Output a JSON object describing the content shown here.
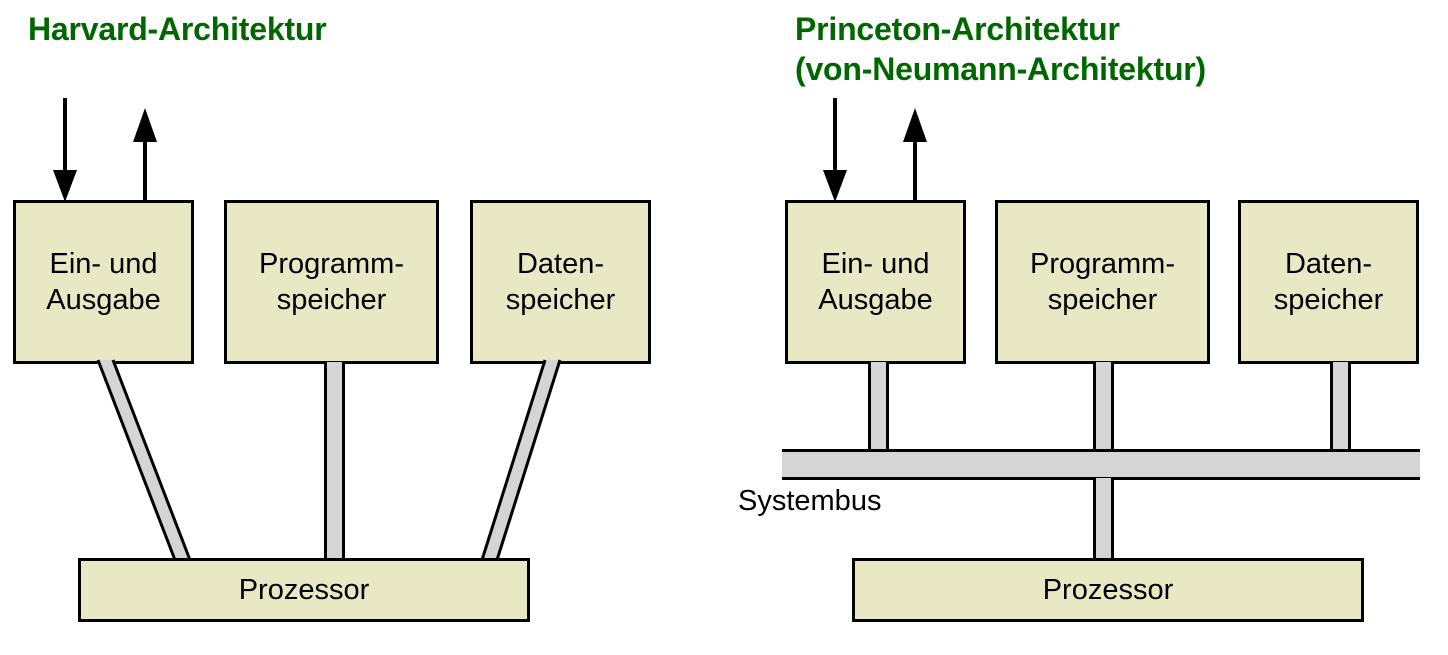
{
  "diagram": {
    "background_color": "#ffffff",
    "box_fill_color": "#e8e8c4",
    "box_border_color": "#000000",
    "bus_fill_color": "#d5d5d5",
    "title_color": "#006600"
  },
  "left": {
    "title": "Harvard-Architektur",
    "boxes": [
      {
        "line1": "Ein- und",
        "line2": "Ausgabe"
      },
      {
        "line1": "Programm-",
        "line2": "speicher"
      },
      {
        "line1": "Daten-",
        "line2": "speicher"
      }
    ],
    "processor": "Prozessor",
    "arrows": [
      {
        "name": "input-arrow",
        "direction": "down"
      },
      {
        "name": "output-arrow",
        "direction": "up"
      }
    ]
  },
  "right": {
    "title_line1": "Princeton-Architektur",
    "title_line2": "(von-Neumann-Architektur)",
    "boxes": [
      {
        "line1": "Ein- und",
        "line2": "Ausgabe"
      },
      {
        "line1": "Programm-",
        "line2": "speicher"
      },
      {
        "line1": "Daten-",
        "line2": "speicher"
      }
    ],
    "bus_label": "Systembus",
    "processor": "Prozessor",
    "arrows": [
      {
        "name": "input-arrow",
        "direction": "down"
      },
      {
        "name": "output-arrow",
        "direction": "up"
      }
    ]
  }
}
